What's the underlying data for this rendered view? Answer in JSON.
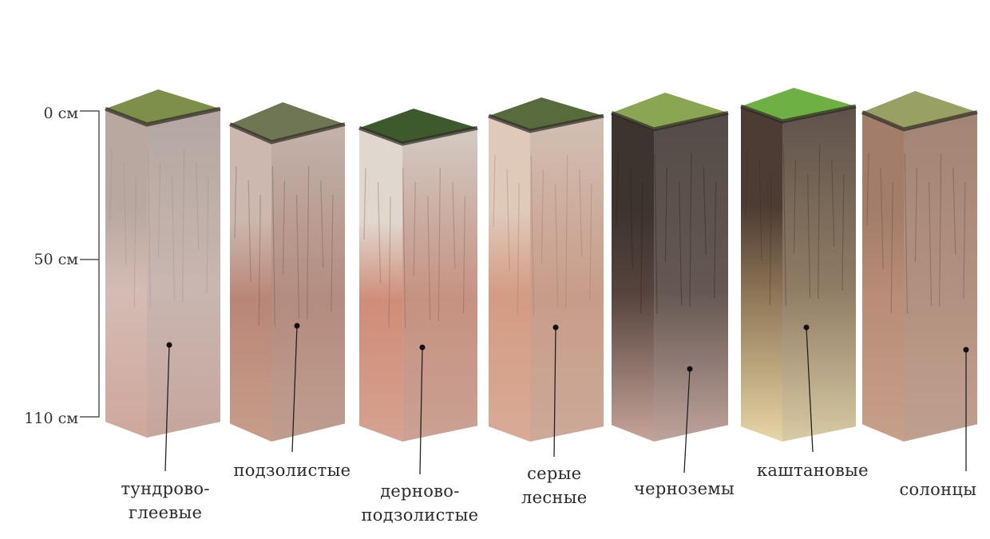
{
  "scale": {
    "labels": [
      "0 см",
      "50 см",
      "110 см"
    ]
  },
  "soils": [
    {
      "id": "tundra",
      "caption_lines": [
        "тундрово-",
        "глеевые"
      ],
      "colors": {
        "top": "#7e8f4a",
        "upper": "#b8a8a0",
        "middle": "#d4bcb4",
        "lower": "#cfa79c",
        "streak": "#a08c86"
      }
    },
    {
      "id": "podzol",
      "caption_lines": [
        "подзолистые"
      ],
      "colors": {
        "top": "#6f7653",
        "upper": "#ccb8ae",
        "middle": "#b98677",
        "lower": "#c79d8a",
        "streak": "#5e5348"
      }
    },
    {
      "id": "sodpodzol",
      "caption_lines": [
        "дерново-",
        "подзолистые"
      ],
      "colors": {
        "top": "#3d5a2c",
        "upper": "#e0d7cf",
        "middle": "#cf8d78",
        "lower": "#d6a290",
        "streak": "#7d5a4a"
      }
    },
    {
      "id": "grayforest",
      "caption_lines": [
        "серые",
        "лесные"
      ],
      "colors": {
        "top": "#576b3c",
        "upper": "#dfc9b9",
        "middle": "#d39b83",
        "lower": "#d9ab96",
        "streak": "#9a7566"
      }
    },
    {
      "id": "chernozem",
      "caption_lines": [
        "черноземы"
      ],
      "colors": {
        "top": "#8aa653",
        "upper": "#3e342f",
        "middle": "#55443d",
        "lower": "#c7a49a",
        "streak": "#231c19"
      }
    },
    {
      "id": "chestnut",
      "caption_lines": [
        "каштановые"
      ],
      "colors": {
        "top": "#6fb045",
        "upper": "#4c3c33",
        "middle": "#8c7355",
        "lower": "#e7d6a5",
        "streak": "#3d2f26"
      }
    },
    {
      "id": "solonets",
      "caption_lines": [
        "солонцы"
      ],
      "colors": {
        "top": "#99a064",
        "upper": "#a27d69",
        "middle": "#b88c76",
        "lower": "#c7a08a",
        "streak": "#5c4436"
      }
    }
  ]
}
